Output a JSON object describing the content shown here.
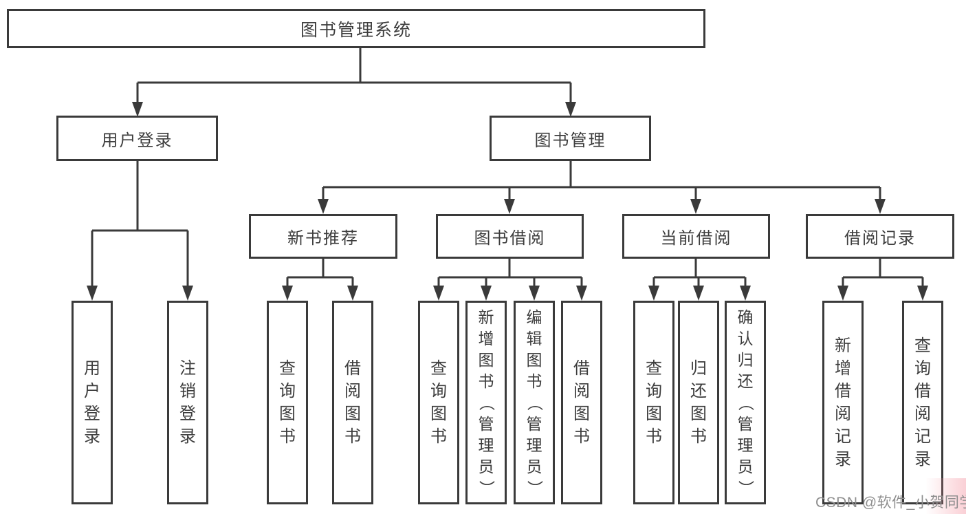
{
  "colors": {
    "line": "#3a3a3a",
    "text": "#3d3d3d",
    "background": "#ffffff",
    "watermark": "#8e8e8e",
    "accent_pink": "#f496a2"
  },
  "nodes": {
    "root": "图书管理系统",
    "level2": {
      "user_login": "用户登录",
      "book_mgmt": "图书管理"
    },
    "level3": {
      "new_books": "新书推荐",
      "borrow": "图书借阅",
      "current": "当前借阅",
      "records": "借阅记录"
    },
    "leaves": {
      "user_login": [
        "用户登录",
        "注销登录"
      ],
      "new_books": [
        "查询图书",
        "借阅图书"
      ],
      "borrow": [
        "查询图书",
        "新增图书（管理员）",
        "编辑图书（管理员）",
        "借阅图书"
      ],
      "current": [
        "查询图书",
        "归还图书",
        "确认归还（管理员）"
      ],
      "records": [
        "新增借阅记录",
        "查询借阅记录"
      ]
    }
  },
  "watermark": {
    "text": "CSDN @软件_小贺同学"
  }
}
